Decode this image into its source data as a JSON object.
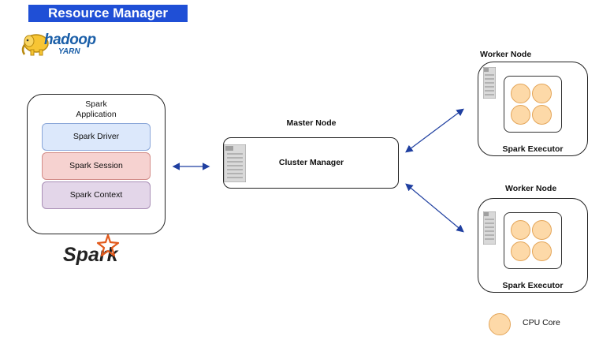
{
  "header": {
    "title": "Resource Manager"
  },
  "yarn_logo": {
    "line1": "hadoop",
    "line2": "YARN",
    "icon": "elephant-icon"
  },
  "spark_app": {
    "title": "Spark\nApplication",
    "components": [
      {
        "label": "Spark Driver",
        "color": "#dce8fb"
      },
      {
        "label": "Spark Session",
        "color": "#f6d2d0"
      },
      {
        "label": "Spark Context",
        "color": "#e3d6e9"
      }
    ]
  },
  "spark_logo": {
    "text": "Spark",
    "icon": "star-icon"
  },
  "master": {
    "label": "Master Node",
    "manager": "Cluster Manager",
    "icon": "server-icon"
  },
  "workers": [
    {
      "label": "Worker Node",
      "executor": "Spark Executor",
      "icon": "server-icon"
    },
    {
      "label": "Worker Node",
      "executor": "Spark Executor",
      "icon": "server-icon"
    }
  ],
  "legend": {
    "label": "CPU Core",
    "color": "#fdd9a8"
  },
  "colors": {
    "title_bg": "#1f4fd6",
    "arrow": "#1f3fa0",
    "core": "#fdd9a8"
  }
}
